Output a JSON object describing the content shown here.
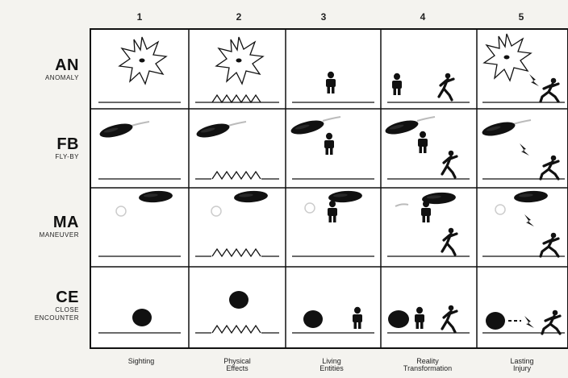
{
  "columns": [
    {
      "number": "1",
      "label_line1": "Sighting",
      "label_line2": ""
    },
    {
      "number": "2",
      "label_line1": "Physical",
      "label_line2": "Effects"
    },
    {
      "number": "3",
      "label_line1": "Living",
      "label_line2": "Entities"
    },
    {
      "number": "4",
      "label_line1": "Reality",
      "label_line2": "Transformation"
    },
    {
      "number": "5",
      "label_line1": "Lasting",
      "label_line2": "Injury"
    }
  ],
  "rows": [
    {
      "code": "AN",
      "subtitle_line1": "ANOMALY",
      "subtitle_line2": ""
    },
    {
      "code": "FB",
      "subtitle_line1": "FLY-BY",
      "subtitle_line2": ""
    },
    {
      "code": "MA",
      "subtitle_line1": "MANEUVER",
      "subtitle_line2": ""
    },
    {
      "code": "CE",
      "subtitle_line1": "CLOSE",
      "subtitle_line2": "ENCOUNTER"
    }
  ],
  "colors": {
    "ink": "#111111",
    "background": "#f4f3ef",
    "cell": "#ffffff"
  }
}
